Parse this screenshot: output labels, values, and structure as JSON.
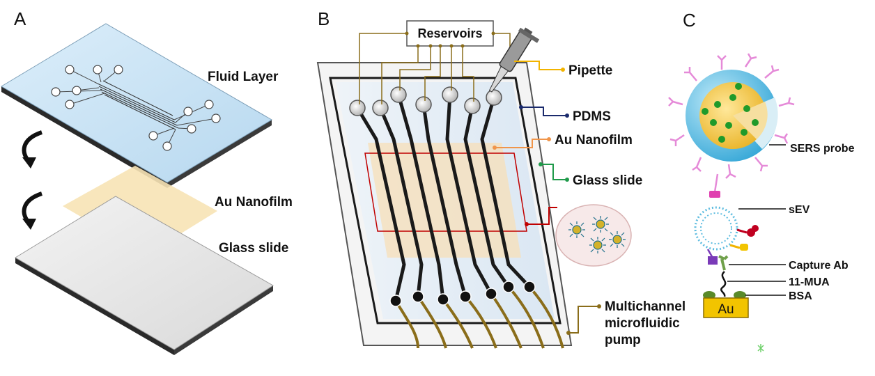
{
  "panels": {
    "a": {
      "letter": "A",
      "fluid_layer": "Fluid Layer",
      "au_nanofilm": "Au Nanofilm",
      "glass_slide": "Glass slide"
    },
    "b": {
      "letter": "B",
      "reservoirs": "Reservoirs",
      "pipette": "Pipette",
      "pdms": "PDMS",
      "au_nanofilm": "Au Nanofilm",
      "glass_slide": "Glass slide",
      "pump_line1": "Multichannel",
      "pump_line2": "microfluidic",
      "pump_line3": "pump"
    },
    "c": {
      "letter": "C",
      "sers_probe": "SERS probe",
      "sev": "sEV",
      "capture_ab": "Capture Ab",
      "mua": "11-MUA",
      "bsa": "BSA",
      "au": "Au"
    }
  },
  "colors": {
    "reservoir_line": "#8a6d1a",
    "pipette_line": "#f2b400",
    "pdms_line": "#1a2a6c",
    "au_line": "#f0954a",
    "glass_line": "#1f9a4a",
    "detail_line": "#c00000",
    "channel": "#1a1a1a",
    "probe_shell": "#5fc0e6",
    "probe_core": "#f4c542",
    "antibody": "#e58ad8"
  }
}
